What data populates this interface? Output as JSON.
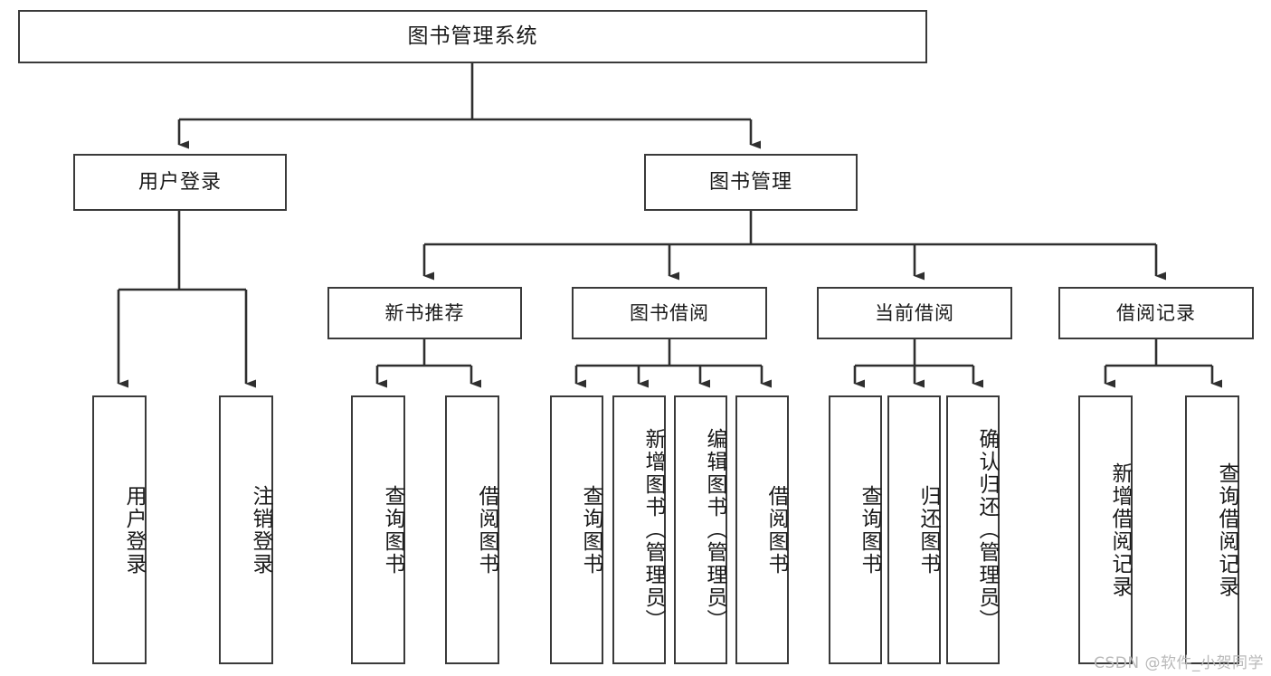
{
  "diagram": {
    "type": "tree",
    "title": "图书管理系统",
    "watermark": "CSDN @软件_小贺同学",
    "colors": {
      "border": "#3a3a3a",
      "background": "#ffffff",
      "text": "#1a1a1a",
      "watermark": "#b9b9b9"
    },
    "root": {
      "label": "图书管理系统"
    },
    "level2": [
      {
        "label": "用户登录"
      },
      {
        "label": "图书管理"
      }
    ],
    "level3": [
      {
        "label": "新书推荐"
      },
      {
        "label": "图书借阅"
      },
      {
        "label": "当前借阅"
      },
      {
        "label": "借阅记录"
      }
    ],
    "leaves": {
      "user_login": [
        {
          "label": "用户登录"
        },
        {
          "label": "注销登录"
        }
      ],
      "new_book": [
        {
          "label": "查询图书"
        },
        {
          "label": "借阅图书"
        }
      ],
      "book_borrow": [
        {
          "label": "查询图书"
        },
        {
          "label": "新增图书（管理员）"
        },
        {
          "label": "编辑图书（管理员）"
        },
        {
          "label": "借阅图书"
        }
      ],
      "current_borrow": [
        {
          "label": "查询图书"
        },
        {
          "label": "归还图书"
        },
        {
          "label": "确认归还（管理员）"
        }
      ],
      "borrow_record": [
        {
          "label": "新增借阅记录"
        },
        {
          "label": "查询借阅记录"
        }
      ]
    }
  }
}
